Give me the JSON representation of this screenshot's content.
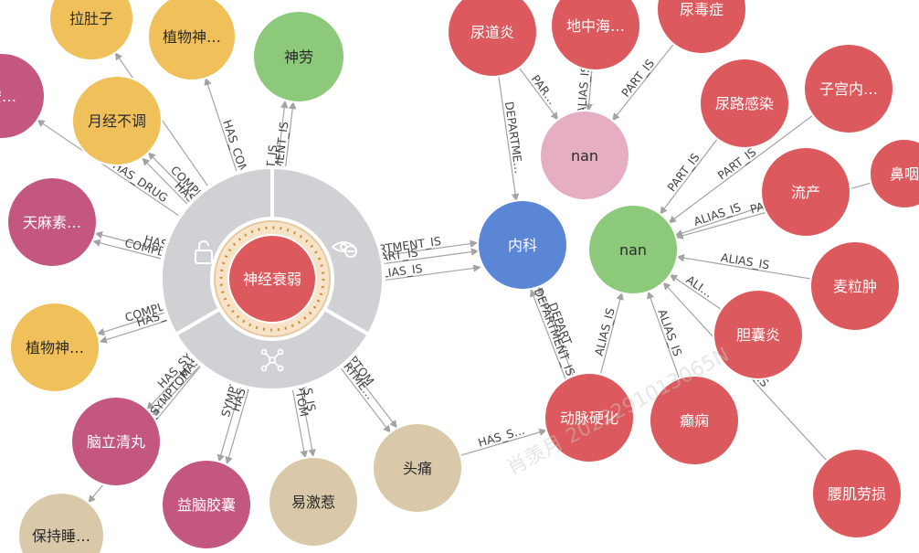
{
  "nodes": [
    {
      "id": "n_lazhi",
      "label": "拉肚子",
      "group": "yellow"
    },
    {
      "id": "n_zhiwu1",
      "label": "植物神…",
      "group": "yellow"
    },
    {
      "id": "n_shenlao",
      "label": "神劳",
      "group": "green"
    },
    {
      "id": "n_yuejing",
      "label": "月经不调",
      "group": "yellow"
    },
    {
      "id": "n_an",
      "label": "安…",
      "group": "magenta"
    },
    {
      "id": "n_tianma",
      "label": "天麻素…",
      "group": "magenta"
    },
    {
      "id": "n_zhiwu2",
      "label": "植物神…",
      "group": "yellow"
    },
    {
      "id": "n_naoli",
      "label": "脑立清丸",
      "group": "magenta"
    },
    {
      "id": "n_yinao",
      "label": "益脑胶囊",
      "group": "magenta"
    },
    {
      "id": "n_baochi",
      "label": "保持睡…",
      "group": "beige"
    },
    {
      "id": "n_yijire",
      "label": "易激惹",
      "group": "beige"
    },
    {
      "id": "n_toutong",
      "label": "头痛",
      "group": "beige"
    },
    {
      "id": "n_neike",
      "label": "内科",
      "group": "blue"
    },
    {
      "id": "n_nan_pink",
      "label": "nan",
      "group": "pink"
    },
    {
      "id": "n_nan_green",
      "label": "nan",
      "group": "green"
    },
    {
      "id": "n_niaodao",
      "label": "尿道炎",
      "group": "red"
    },
    {
      "id": "n_dizhong",
      "label": "地中海…",
      "group": "red"
    },
    {
      "id": "n_niaodu",
      "label": "尿毒症",
      "group": "red"
    },
    {
      "id": "n_niaolu",
      "label": "尿路感染",
      "group": "red"
    },
    {
      "id": "n_zigong",
      "label": "子宫内…",
      "group": "red"
    },
    {
      "id": "n_liuchan",
      "label": "流产",
      "group": "red"
    },
    {
      "id": "n_biyan",
      "label": "鼻咽",
      "group": "red"
    },
    {
      "id": "n_mailizhong",
      "label": "麦粒肿",
      "group": "red"
    },
    {
      "id": "n_dannang",
      "label": "胆囊炎",
      "group": "red"
    },
    {
      "id": "n_dongmai",
      "label": "动脉硬化",
      "group": "red"
    },
    {
      "id": "n_dianxian",
      "label": "癫痫",
      "group": "red"
    },
    {
      "id": "n_yaoji",
      "label": "腰肌劳损",
      "group": "red"
    }
  ],
  "center_node": {
    "id": "n_shenjing",
    "label": "神经衰弱",
    "group": "red"
  },
  "radial_menu": [
    {
      "name": "unlock",
      "icon": "unlock-icon"
    },
    {
      "name": "hide",
      "icon": "eye-slash-icon"
    },
    {
      "name": "expand",
      "icon": "network-expand-icon"
    }
  ],
  "edges": [
    {
      "from": "n_shenjing",
      "to": "n_lazhi",
      "label": ""
    },
    {
      "from": "n_shenjing",
      "to": "n_zhiwu1",
      "label": "HAS_COMP…"
    },
    {
      "from": "n_shenjing",
      "to": "n_shenlao",
      "label": "DEPARTMENT_IS"
    },
    {
      "from": "n_shenjing",
      "to": "n_shenlao",
      "label": "PART_IS"
    },
    {
      "from": "n_shenjing",
      "to": "n_yuejing",
      "label": "COMPLICAT…"
    },
    {
      "from": "n_shenjing",
      "to": "n_yuejing",
      "label": "HAS_C…"
    },
    {
      "from": "n_shenjing",
      "to": "n_an",
      "label": "HAS_DRUG"
    },
    {
      "from": "n_shenjing",
      "to": "n_tianma",
      "label": "HAS_…"
    },
    {
      "from": "n_shenjing",
      "to": "n_tianma",
      "label": "COMPLICAT…"
    },
    {
      "from": "n_shenjing",
      "to": "n_zhiwu2",
      "label": "COMPLICAT…"
    },
    {
      "from": "n_shenjing",
      "to": "n_zhiwu2",
      "label": "HAS_CO…"
    },
    {
      "from": "n_shenjing",
      "to": "n_naoli",
      "label": "HAS_SYMPTOM"
    },
    {
      "from": "n_shenjing",
      "to": "n_naoli",
      "label": "HAS_…"
    },
    {
      "from": "n_shenjing",
      "to": "n_yinao",
      "label": "SYMPTOM"
    },
    {
      "from": "n_shenjing",
      "to": "n_yinao",
      "label": "HAS_…"
    },
    {
      "from": "n_shenjing",
      "to": "n_baochi",
      "label": "HAS_SYMPTOM"
    },
    {
      "from": "n_shenjing",
      "to": "n_yijire",
      "label": "SYMPTOM"
    },
    {
      "from": "n_shenjing",
      "to": "n_yijire",
      "label": "ALIAS_IS"
    },
    {
      "from": "n_shenjing",
      "to": "n_toutong",
      "label": "DEPARTME…"
    },
    {
      "from": "n_shenjing",
      "to": "n_toutong",
      "label": "YMPTOM"
    },
    {
      "from": "n_shenjing",
      "to": "n_neike",
      "label": "PART_IS"
    },
    {
      "from": "n_shenjing",
      "to": "n_neike",
      "label": "DEPARTMENT_IS"
    },
    {
      "from": "n_shenjing",
      "to": "n_neike",
      "label": "ALIAS_IS"
    },
    {
      "from": "n_toutong",
      "to": "n_dongmai",
      "label": "HAS_S…"
    },
    {
      "from": "n_niaodao",
      "to": "n_neike",
      "label": "DEPARTME…"
    },
    {
      "from": "n_niaodao",
      "to": "n_nan_pink",
      "label": "PAR…"
    },
    {
      "from": "n_dizhong",
      "to": "n_nan_pink",
      "label": "ALIAS_IS"
    },
    {
      "from": "n_niaodu",
      "to": "n_nan_pink",
      "label": "PART_IS"
    },
    {
      "from": "n_niaolu",
      "to": "n_nan_green",
      "label": "PART_IS"
    },
    {
      "from": "n_zigong",
      "to": "n_nan_green",
      "label": "PART_IS"
    },
    {
      "from": "n_liuchan",
      "to": "n_nan_green",
      "label": "ALIAS_IS"
    },
    {
      "from": "n_biyan",
      "to": "n_nan_green",
      "label": "PART_IS"
    },
    {
      "from": "n_mailizhong",
      "to": "n_nan_green",
      "label": "ALIAS_IS"
    },
    {
      "from": "n_dannang",
      "to": "n_nan_green",
      "label": "ALI…"
    },
    {
      "from": "n_dongmai",
      "to": "n_neike",
      "label": "DEPART…"
    },
    {
      "from": "n_dongmai",
      "to": "n_nan_green",
      "label": "ALIAS_IS"
    },
    {
      "from": "n_dianxian",
      "to": "n_nan_green",
      "label": "ALIAS_IS"
    },
    {
      "from": "n_yaoji",
      "to": "n_nan_green",
      "label": "ALIAS_IS"
    },
    {
      "from": "n_dongmai",
      "to": "n_neike",
      "label": "DEPARTMENT_IS"
    }
  ],
  "colors": {
    "red": "#dc5a5d",
    "green": "#8dc97a",
    "yellow": "#f0c15a",
    "magenta": "#c4577f",
    "beige": "#d9c9a9",
    "blue": "#5b86d5",
    "pink": "#e6aec3",
    "ring": "#cfd1d5"
  },
  "watermark": "肖羡月 2022291013065N"
}
